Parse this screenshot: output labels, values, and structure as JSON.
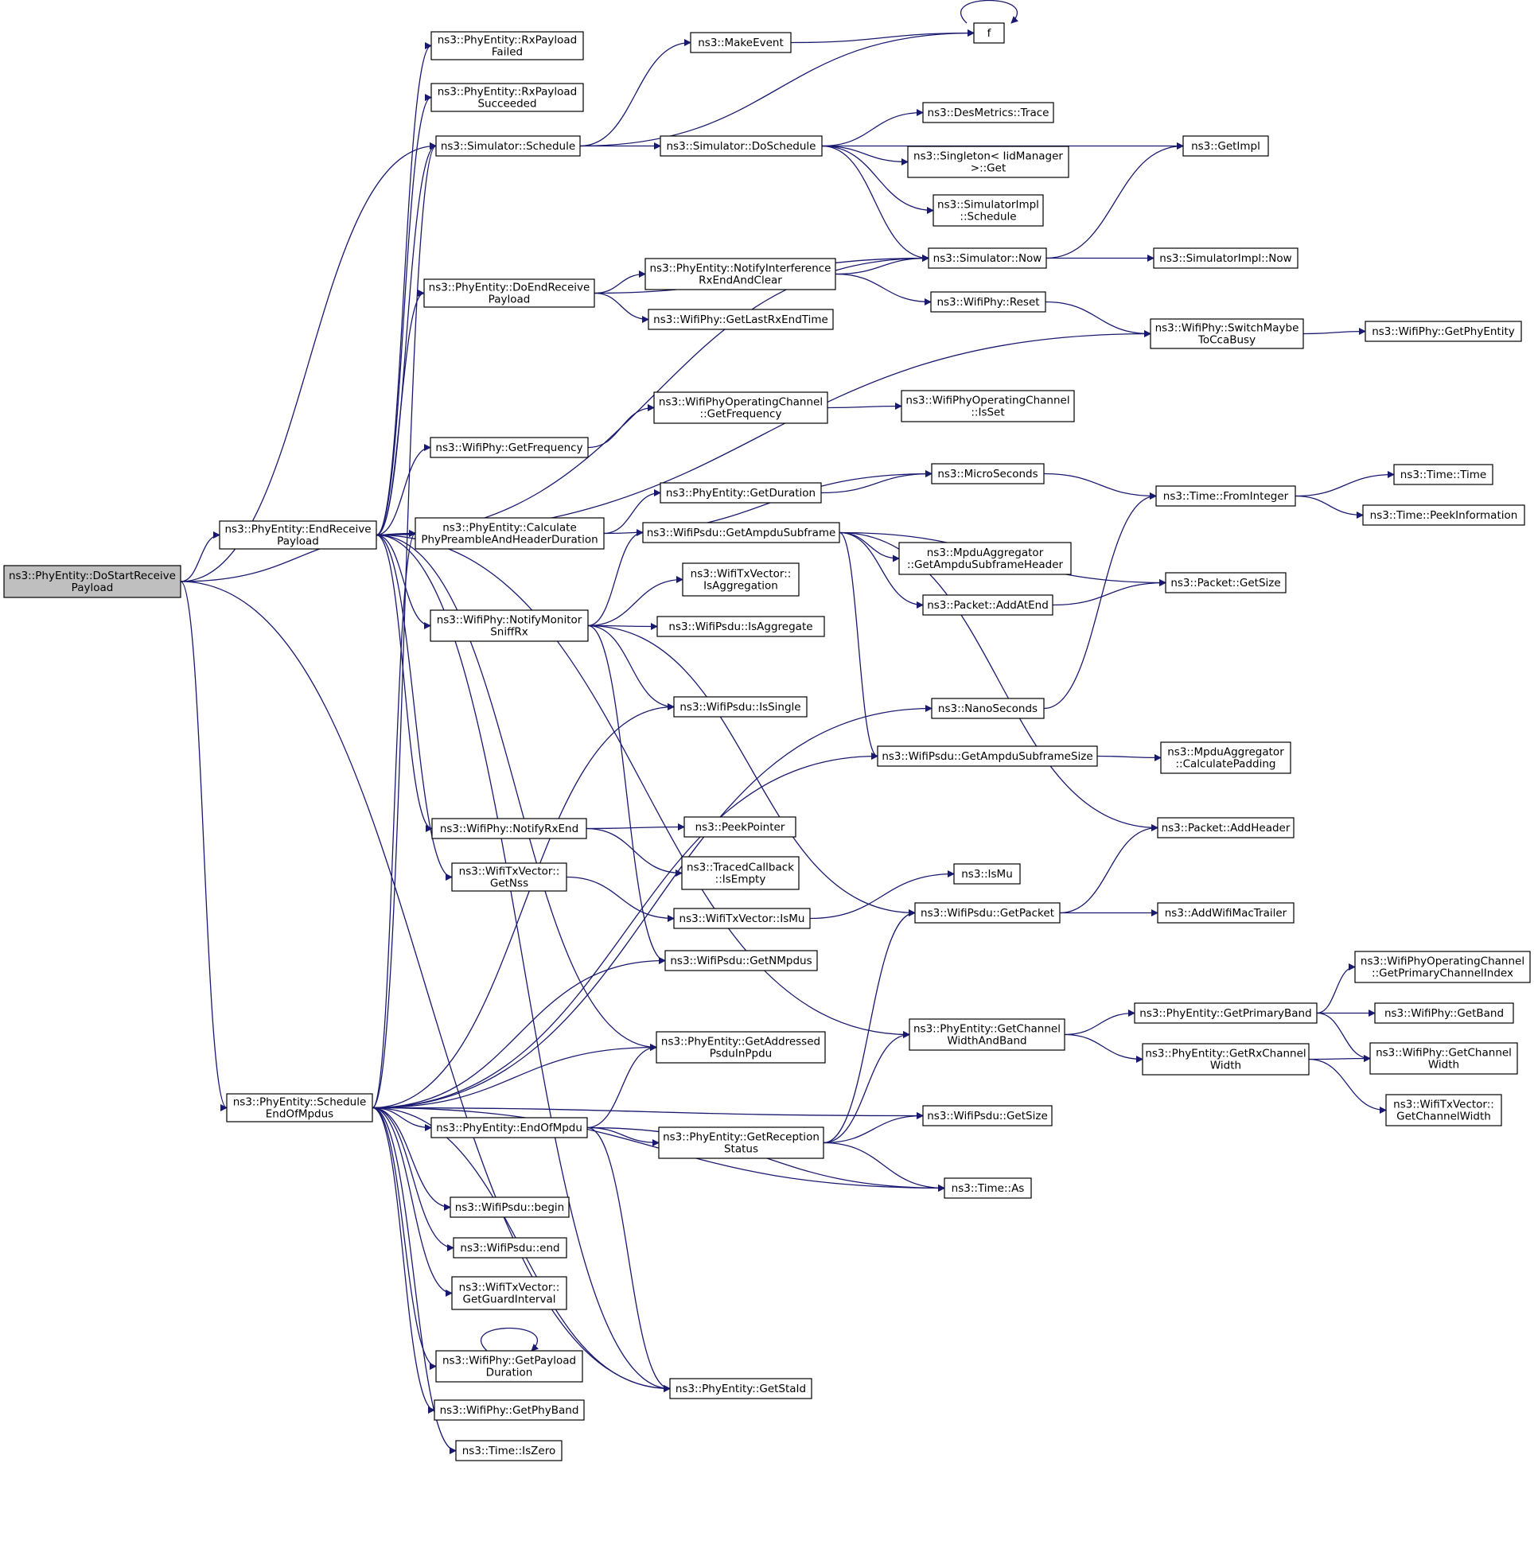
{
  "colors": {
    "edge": "#191970",
    "box_border": "#000000",
    "box_border_truncated": "#ff0000",
    "box_fill": "#ffffff",
    "box_fill_root": "#bfbfbf",
    "text": "#000000"
  },
  "nodes": [
    {
      "id": "n0",
      "lines": [
        "ns3::PhyEntity::DoStartReceive",
        "Payload"
      ],
      "root": true
    },
    {
      "id": "n1",
      "lines": [
        "ns3::PhyEntity::EndReceive",
        "Payload"
      ]
    },
    {
      "id": "n2",
      "lines": [
        "ns3::PhyEntity::Schedule",
        "EndOfMpdus"
      ]
    },
    {
      "id": "n3",
      "lines": [
        "ns3::PhyEntity::RxPayload",
        "Failed"
      ]
    },
    {
      "id": "n4",
      "lines": [
        "ns3::PhyEntity::RxPayload",
        "Succeeded"
      ]
    },
    {
      "id": "n5",
      "lines": [
        "ns3::Simulator::Schedule"
      ]
    },
    {
      "id": "n6",
      "lines": [
        "ns3::PhyEntity::DoEndReceive",
        "Payload"
      ]
    },
    {
      "id": "n7",
      "lines": [
        "ns3::WifiPhy::GetFrequency"
      ]
    },
    {
      "id": "n8",
      "lines": [
        "ns3::PhyEntity::Calculate",
        "PhyPreambleAndHeaderDuration"
      ]
    },
    {
      "id": "n9",
      "lines": [
        "ns3::WifiPhy::NotifyMonitor",
        "SniffRx"
      ]
    },
    {
      "id": "n10",
      "lines": [
        "ns3::WifiPhy::NotifyRxEnd"
      ]
    },
    {
      "id": "n11",
      "lines": [
        "ns3::WifiTxVector::",
        "GetNss"
      ]
    },
    {
      "id": "n12",
      "lines": [
        "ns3::PhyEntity::EndOfMpdu"
      ]
    },
    {
      "id": "n13",
      "lines": [
        "ns3::WifiPsdu::begin"
      ]
    },
    {
      "id": "n14",
      "lines": [
        "ns3::WifiPsdu::end"
      ]
    },
    {
      "id": "n15",
      "lines": [
        "ns3::WifiTxVector::",
        "GetGuardInterval"
      ]
    },
    {
      "id": "n16",
      "lines": [
        "ns3::WifiPhy::GetPayload",
        "Duration"
      ]
    },
    {
      "id": "n17",
      "lines": [
        "ns3::WifiPhy::GetPhyBand"
      ]
    },
    {
      "id": "n18",
      "lines": [
        "ns3::Time::IsZero"
      ]
    },
    {
      "id": "n19",
      "lines": [
        "ns3::MakeEvent"
      ]
    },
    {
      "id": "n20",
      "lines": [
        "ns3::Simulator::DoSchedule"
      ]
    },
    {
      "id": "n21",
      "lines": [
        "ns3::PhyEntity::NotifyInterference",
        "RxEndAndClear"
      ]
    },
    {
      "id": "n22",
      "lines": [
        "ns3::WifiPhy::GetLastRxEndTime"
      ]
    },
    {
      "id": "n23",
      "lines": [
        "ns3::WifiPhyOperatingChannel",
        "::GetFrequency"
      ]
    },
    {
      "id": "n24",
      "lines": [
        "ns3::PhyEntity::GetDuration"
      ]
    },
    {
      "id": "n25",
      "lines": [
        "ns3::WifiPsdu::GetAmpduSubframe"
      ]
    },
    {
      "id": "n26",
      "lines": [
        "ns3::WifiTxVector::",
        "IsAggregation"
      ]
    },
    {
      "id": "n27",
      "lines": [
        "ns3::WifiPsdu::IsAggregate"
      ]
    },
    {
      "id": "n28",
      "lines": [
        "ns3::WifiPsdu::IsSingle"
      ]
    },
    {
      "id": "n29",
      "lines": [
        "ns3::PeekPointer"
      ]
    },
    {
      "id": "n30",
      "lines": [
        "ns3::TracedCallback",
        "::IsEmpty"
      ]
    },
    {
      "id": "n31",
      "lines": [
        "ns3::WifiTxVector::IsMu"
      ]
    },
    {
      "id": "n32",
      "lines": [
        "ns3::WifiPsdu::GetNMpdus"
      ]
    },
    {
      "id": "n33",
      "lines": [
        "ns3::PhyEntity::GetAddressed",
        "PsduInPpdu"
      ]
    },
    {
      "id": "n34",
      "lines": [
        "ns3::PhyEntity::GetReception",
        "Status"
      ],
      "truncated": true
    },
    {
      "id": "n35",
      "lines": [
        "ns3::PhyEntity::GetStaId"
      ]
    },
    {
      "id": "n36",
      "lines": [
        "f"
      ]
    },
    {
      "id": "n37",
      "lines": [
        "ns3::DesMetrics::Trace"
      ],
      "truncated": true
    },
    {
      "id": "n38",
      "lines": [
        "ns3::Singleton< IidManager",
        " >::Get"
      ]
    },
    {
      "id": "n39",
      "lines": [
        "ns3::SimulatorImpl",
        "::Schedule"
      ]
    },
    {
      "id": "n40",
      "lines": [
        "ns3::Simulator::Now"
      ]
    },
    {
      "id": "n41",
      "lines": [
        "ns3::WifiPhy::Reset"
      ]
    },
    {
      "id": "n42",
      "lines": [
        "ns3::WifiPhyOperatingChannel",
        "::IsSet"
      ]
    },
    {
      "id": "n43",
      "lines": [
        "ns3::MicroSeconds"
      ]
    },
    {
      "id": "n44",
      "lines": [
        "ns3::MpduAggregator",
        "::GetAmpduSubframeHeader"
      ],
      "truncated": true
    },
    {
      "id": "n45",
      "lines": [
        "ns3::Packet::AddAtEnd"
      ],
      "truncated": true
    },
    {
      "id": "n46",
      "lines": [
        "ns3::NanoSeconds"
      ]
    },
    {
      "id": "n47",
      "lines": [
        "ns3::WifiPsdu::GetAmpduSubframeSize"
      ]
    },
    {
      "id": "n48",
      "lines": [
        "ns3::IsMu"
      ],
      "truncated": true
    },
    {
      "id": "n49",
      "lines": [
        "ns3::WifiPsdu::GetPacket"
      ],
      "truncated": true
    },
    {
      "id": "n50",
      "lines": [
        "ns3::PhyEntity::GetChannel",
        "WidthAndBand"
      ]
    },
    {
      "id": "n51",
      "lines": [
        "ns3::WifiPsdu::GetSize"
      ]
    },
    {
      "id": "n52",
      "lines": [
        "ns3::Time::As"
      ]
    },
    {
      "id": "n53",
      "lines": [
        "ns3::GetImpl"
      ],
      "truncated": true
    },
    {
      "id": "n54",
      "lines": [
        "ns3::SimulatorImpl::Now"
      ]
    },
    {
      "id": "n55",
      "lines": [
        "ns3::WifiPhy::SwitchMaybe",
        "ToCcaBusy"
      ]
    },
    {
      "id": "n56",
      "lines": [
        "ns3::Time::FromInteger"
      ]
    },
    {
      "id": "n57",
      "lines": [
        "ns3::Packet::GetSize"
      ],
      "truncated": true
    },
    {
      "id": "n58",
      "lines": [
        "ns3::MpduAggregator",
        "::CalculatePadding"
      ]
    },
    {
      "id": "n59",
      "lines": [
        "ns3::Packet::AddHeader"
      ],
      "truncated": true
    },
    {
      "id": "n60",
      "lines": [
        "ns3::AddWifiMacTrailer"
      ],
      "truncated": true
    },
    {
      "id": "n61",
      "lines": [
        "ns3::PhyEntity::GetPrimaryBand"
      ]
    },
    {
      "id": "n62",
      "lines": [
        "ns3::PhyEntity::GetRxChannel",
        "Width"
      ]
    },
    {
      "id": "n63",
      "lines": [
        "ns3::WifiPhy::GetPhyEntity"
      ]
    },
    {
      "id": "n64",
      "lines": [
        "ns3::Time::Time"
      ],
      "truncated": true
    },
    {
      "id": "n65",
      "lines": [
        "ns3::Time::PeekInformation"
      ],
      "truncated": true
    },
    {
      "id": "n66",
      "lines": [
        "ns3::WifiPhyOperatingChannel",
        "::GetPrimaryChannelIndex"
      ],
      "truncated": true
    },
    {
      "id": "n67",
      "lines": [
        "ns3::WifiPhy::GetBand"
      ]
    },
    {
      "id": "n68",
      "lines": [
        "ns3::WifiPhy::GetChannel",
        "Width"
      ],
      "truncated": true
    },
    {
      "id": "n69",
      "lines": [
        "ns3::WifiTxVector::",
        "GetChannelWidth"
      ]
    }
  ],
  "edges": [
    [
      "n0",
      "n1"
    ],
    [
      "n0",
      "n5"
    ],
    [
      "n0",
      "n8"
    ],
    [
      "n0",
      "n2"
    ],
    [
      "n0",
      "n35"
    ],
    [
      "n1",
      "n3"
    ],
    [
      "n1",
      "n4"
    ],
    [
      "n1",
      "n5"
    ],
    [
      "n1",
      "n40"
    ],
    [
      "n1",
      "n6"
    ],
    [
      "n1",
      "n7"
    ],
    [
      "n1",
      "n55"
    ],
    [
      "n1",
      "n8"
    ],
    [
      "n1",
      "n9"
    ],
    [
      "n1",
      "n10"
    ],
    [
      "n1",
      "n11"
    ],
    [
      "n1",
      "n33"
    ],
    [
      "n1",
      "n50"
    ],
    [
      "n1",
      "n35"
    ],
    [
      "n2",
      "n5"
    ],
    [
      "n2",
      "n8"
    ],
    [
      "n2",
      "n28"
    ],
    [
      "n2",
      "n46"
    ],
    [
      "n2",
      "n47"
    ],
    [
      "n2",
      "n32"
    ],
    [
      "n2",
      "n33"
    ],
    [
      "n2",
      "n12"
    ],
    [
      "n2",
      "n51"
    ],
    [
      "n2",
      "n13"
    ],
    [
      "n2",
      "n14"
    ],
    [
      "n2",
      "n15"
    ],
    [
      "n2",
      "n16"
    ],
    [
      "n2",
      "n17"
    ],
    [
      "n2",
      "n18"
    ],
    [
      "n2",
      "n35"
    ],
    [
      "n2",
      "n52"
    ],
    [
      "n5",
      "n19"
    ],
    [
      "n5",
      "n36"
    ],
    [
      "n5",
      "n20"
    ],
    [
      "n19",
      "n36"
    ],
    [
      "n36",
      "n36"
    ],
    [
      "n20",
      "n53"
    ],
    [
      "n20",
      "n37"
    ],
    [
      "n20",
      "n38"
    ],
    [
      "n20",
      "n39"
    ],
    [
      "n20",
      "n40"
    ],
    [
      "n6",
      "n40"
    ],
    [
      "n6",
      "n21"
    ],
    [
      "n6",
      "n22"
    ],
    [
      "n21",
      "n40"
    ],
    [
      "n21",
      "n41"
    ],
    [
      "n40",
      "n53"
    ],
    [
      "n40",
      "n54"
    ],
    [
      "n41",
      "n55"
    ],
    [
      "n55",
      "n63"
    ],
    [
      "n7",
      "n23"
    ],
    [
      "n23",
      "n42"
    ],
    [
      "n8",
      "n43"
    ],
    [
      "n8",
      "n24"
    ],
    [
      "n24",
      "n43"
    ],
    [
      "n43",
      "n56"
    ],
    [
      "n46",
      "n56"
    ],
    [
      "n56",
      "n64"
    ],
    [
      "n56",
      "n65"
    ],
    [
      "n9",
      "n25"
    ],
    [
      "n9",
      "n26"
    ],
    [
      "n9",
      "n27"
    ],
    [
      "n9",
      "n28"
    ],
    [
      "n9",
      "n49"
    ],
    [
      "n9",
      "n32"
    ],
    [
      "n25",
      "n57"
    ],
    [
      "n25",
      "n44"
    ],
    [
      "n25",
      "n45"
    ],
    [
      "n25",
      "n47"
    ],
    [
      "n25",
      "n59"
    ],
    [
      "n45",
      "n57"
    ],
    [
      "n47",
      "n58"
    ],
    [
      "n10",
      "n29"
    ],
    [
      "n10",
      "n30"
    ],
    [
      "n11",
      "n31"
    ],
    [
      "n31",
      "n48"
    ],
    [
      "n49",
      "n59"
    ],
    [
      "n49",
      "n60"
    ],
    [
      "n12",
      "n33"
    ],
    [
      "n12",
      "n34"
    ],
    [
      "n12",
      "n35"
    ],
    [
      "n12",
      "n52"
    ],
    [
      "n34",
      "n49"
    ],
    [
      "n34",
      "n50"
    ],
    [
      "n34",
      "n51"
    ],
    [
      "n34",
      "n52"
    ],
    [
      "n50",
      "n61"
    ],
    [
      "n50",
      "n62"
    ],
    [
      "n61",
      "n66"
    ],
    [
      "n61",
      "n67"
    ],
    [
      "n61",
      "n68"
    ],
    [
      "n62",
      "n68"
    ],
    [
      "n62",
      "n69"
    ],
    [
      "n16",
      "n16"
    ]
  ]
}
